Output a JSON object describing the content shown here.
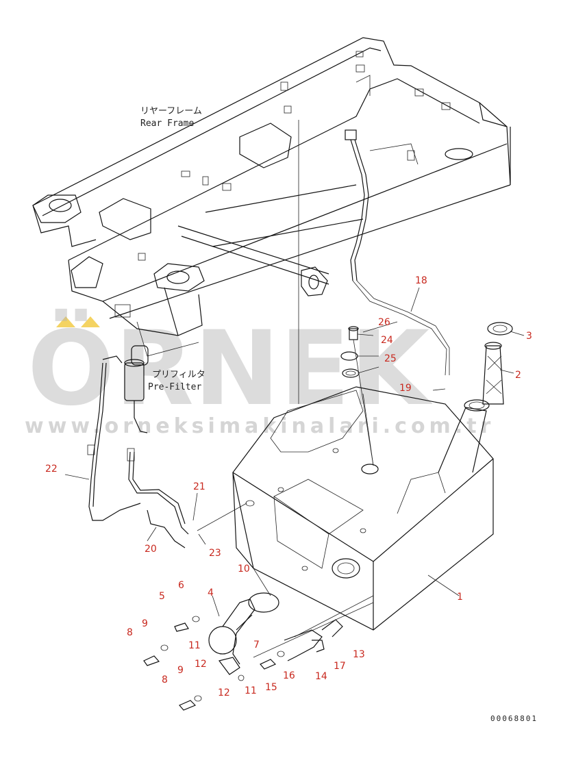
{
  "labels": {
    "rear_frame_jp": "リヤーフレーム",
    "rear_frame_en": "Rear Frame",
    "pre_filter_jp": "プリフィルタ",
    "pre_filter_en": "Pre-Filter"
  },
  "callouts": {
    "c1": "1",
    "c2": "2",
    "c3": "3",
    "c4": "4",
    "c5": "5",
    "c6": "6",
    "c7": "7",
    "c8a": "8",
    "c8b": "8",
    "c9a": "9",
    "c9b": "9",
    "c10": "10",
    "c11a": "11",
    "c11b": "11",
    "c12a": "12",
    "c12b": "12",
    "c13": "13",
    "c14": "14",
    "c15": "15",
    "c16": "16",
    "c17": "17",
    "c18": "18",
    "c19": "19",
    "c20": "20",
    "c21": "21",
    "c22": "22",
    "c23": "23",
    "c24": "24",
    "c25": "25",
    "c26": "26"
  },
  "watermark": {
    "brand": "ÖRNEK",
    "url": "www.orneksimakinalari.com.tr"
  },
  "document_number": "00068801",
  "colors": {
    "line": "#111111",
    "callout": "#c8281e",
    "watermark": "#b3b3b3",
    "watermark_accent": "#f0c020"
  }
}
